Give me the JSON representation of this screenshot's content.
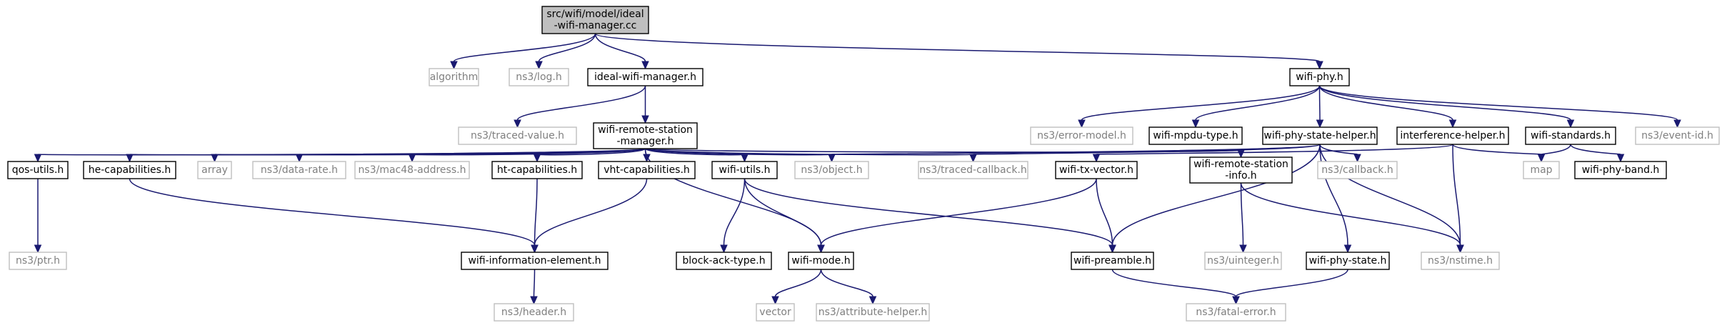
{
  "colors": {
    "edge": "#191970",
    "root_fill": "#bfbfbf",
    "system_border": "#bfbfbf",
    "system_text": "#7f7f7f"
  },
  "nodes": [
    {
      "id": "root",
      "lines": [
        "src/wifi/model/ideal",
        "-wifi-manager.cc"
      ],
      "kind": "root"
    },
    {
      "id": "algorithm",
      "lines": [
        "algorithm"
      ],
      "kind": "sys"
    },
    {
      "id": "ns3log",
      "lines": [
        "ns3/log.h"
      ],
      "kind": "sys"
    },
    {
      "id": "idealmgr",
      "lines": [
        "ideal-wifi-manager.h"
      ],
      "kind": "solid"
    },
    {
      "id": "wifiphy",
      "lines": [
        "wifi-phy.h"
      ],
      "kind": "solid"
    },
    {
      "id": "tracedvalue",
      "lines": [
        "ns3/traced-value.h"
      ],
      "kind": "sys"
    },
    {
      "id": "remotemgr",
      "lines": [
        "wifi-remote-station",
        "-manager.h"
      ],
      "kind": "solid"
    },
    {
      "id": "errormodel",
      "lines": [
        "ns3/error-model.h"
      ],
      "kind": "sys"
    },
    {
      "id": "mpdutype",
      "lines": [
        "wifi-mpdu-type.h"
      ],
      "kind": "solid"
    },
    {
      "id": "phystatehelper",
      "lines": [
        "wifi-phy-state-helper.h"
      ],
      "kind": "solid"
    },
    {
      "id": "interference",
      "lines": [
        "interference-helper.h"
      ],
      "kind": "solid"
    },
    {
      "id": "standards",
      "lines": [
        "wifi-standards.h"
      ],
      "kind": "solid"
    },
    {
      "id": "eventid",
      "lines": [
        "ns3/event-id.h"
      ],
      "kind": "sys"
    },
    {
      "id": "qosutils",
      "lines": [
        "qos-utils.h"
      ],
      "kind": "solid"
    },
    {
      "id": "hecap",
      "lines": [
        "he-capabilities.h"
      ],
      "kind": "solid"
    },
    {
      "id": "array",
      "lines": [
        "array"
      ],
      "kind": "sys"
    },
    {
      "id": "datarate",
      "lines": [
        "ns3/data-rate.h"
      ],
      "kind": "sys"
    },
    {
      "id": "mac48",
      "lines": [
        "ns3/mac48-address.h"
      ],
      "kind": "sys"
    },
    {
      "id": "htcap",
      "lines": [
        "ht-capabilities.h"
      ],
      "kind": "solid"
    },
    {
      "id": "vhtcap",
      "lines": [
        "vht-capabilities.h"
      ],
      "kind": "solid"
    },
    {
      "id": "wifiutils",
      "lines": [
        "wifi-utils.h"
      ],
      "kind": "solid"
    },
    {
      "id": "object",
      "lines": [
        "ns3/object.h"
      ],
      "kind": "sys"
    },
    {
      "id": "tracedcb",
      "lines": [
        "ns3/traced-callback.h"
      ],
      "kind": "sys"
    },
    {
      "id": "txvector",
      "lines": [
        "wifi-tx-vector.h"
      ],
      "kind": "solid"
    },
    {
      "id": "stationinfo",
      "lines": [
        "wifi-remote-station",
        "-info.h"
      ],
      "kind": "solid"
    },
    {
      "id": "callback",
      "lines": [
        "ns3/callback.h"
      ],
      "kind": "sys"
    },
    {
      "id": "map",
      "lines": [
        "map"
      ],
      "kind": "sys"
    },
    {
      "id": "phyband",
      "lines": [
        "wifi-phy-band.h"
      ],
      "kind": "solid"
    },
    {
      "id": "ptr",
      "lines": [
        "ns3/ptr.h"
      ],
      "kind": "sys"
    },
    {
      "id": "infoelem",
      "lines": [
        "wifi-information-element.h"
      ],
      "kind": "solid"
    },
    {
      "id": "blockack",
      "lines": [
        "block-ack-type.h"
      ],
      "kind": "solid"
    },
    {
      "id": "wifimode",
      "lines": [
        "wifi-mode.h"
      ],
      "kind": "solid"
    },
    {
      "id": "preamble",
      "lines": [
        "wifi-preamble.h"
      ],
      "kind": "solid"
    },
    {
      "id": "uinteger",
      "lines": [
        "ns3/uinteger.h"
      ],
      "kind": "sys"
    },
    {
      "id": "phystate",
      "lines": [
        "wifi-phy-state.h"
      ],
      "kind": "solid"
    },
    {
      "id": "nstime",
      "lines": [
        "ns3/nstime.h"
      ],
      "kind": "sys"
    },
    {
      "id": "header",
      "lines": [
        "ns3/header.h"
      ],
      "kind": "sys"
    },
    {
      "id": "vector",
      "lines": [
        "vector"
      ],
      "kind": "sys"
    },
    {
      "id": "attrhelper",
      "lines": [
        "ns3/attribute-helper.h"
      ],
      "kind": "sys"
    },
    {
      "id": "fatalerror",
      "lines": [
        "ns3/fatal-error.h"
      ],
      "kind": "sys"
    }
  ],
  "edges": [
    [
      "root",
      "algorithm"
    ],
    [
      "root",
      "ns3log"
    ],
    [
      "root",
      "idealmgr"
    ],
    [
      "root",
      "wifiphy"
    ],
    [
      "idealmgr",
      "tracedvalue"
    ],
    [
      "idealmgr",
      "remotemgr"
    ],
    [
      "wifiphy",
      "errormodel"
    ],
    [
      "wifiphy",
      "mpdutype"
    ],
    [
      "wifiphy",
      "phystatehelper"
    ],
    [
      "wifiphy",
      "interference"
    ],
    [
      "wifiphy",
      "standards"
    ],
    [
      "wifiphy",
      "eventid"
    ],
    [
      "remotemgr",
      "qosutils"
    ],
    [
      "remotemgr",
      "hecap"
    ],
    [
      "remotemgr",
      "array"
    ],
    [
      "remotemgr",
      "datarate"
    ],
    [
      "remotemgr",
      "mac48"
    ],
    [
      "remotemgr",
      "htcap"
    ],
    [
      "remotemgr",
      "vhtcap"
    ],
    [
      "remotemgr",
      "wifiutils"
    ],
    [
      "remotemgr",
      "object"
    ],
    [
      "remotemgr",
      "tracedcb"
    ],
    [
      "remotemgr",
      "stationinfo"
    ],
    [
      "remotemgr",
      "wifimode"
    ],
    [
      "phystatehelper",
      "object"
    ],
    [
      "phystatehelper",
      "tracedcb"
    ],
    [
      "phystatehelper",
      "callback"
    ],
    [
      "phystatehelper",
      "preamble"
    ],
    [
      "phystatehelper",
      "phystate"
    ],
    [
      "phystatehelper",
      "nstime"
    ],
    [
      "interference",
      "txvector"
    ],
    [
      "interference",
      "map"
    ],
    [
      "interference",
      "nstime"
    ],
    [
      "standards",
      "map"
    ],
    [
      "standards",
      "phyband"
    ],
    [
      "qosutils",
      "ptr"
    ],
    [
      "hecap",
      "infoelem"
    ],
    [
      "htcap",
      "infoelem"
    ],
    [
      "vhtcap",
      "infoelem"
    ],
    [
      "wifiutils",
      "blockack"
    ],
    [
      "wifiutils",
      "wifimode"
    ],
    [
      "wifiutils",
      "preamble"
    ],
    [
      "txvector",
      "wifimode"
    ],
    [
      "txvector",
      "preamble"
    ],
    [
      "stationinfo",
      "uinteger"
    ],
    [
      "stationinfo",
      "nstime"
    ],
    [
      "infoelem",
      "header"
    ],
    [
      "wifimode",
      "vector"
    ],
    [
      "wifimode",
      "attrhelper"
    ],
    [
      "preamble",
      "fatalerror"
    ],
    [
      "phystate",
      "fatalerror"
    ]
  ]
}
